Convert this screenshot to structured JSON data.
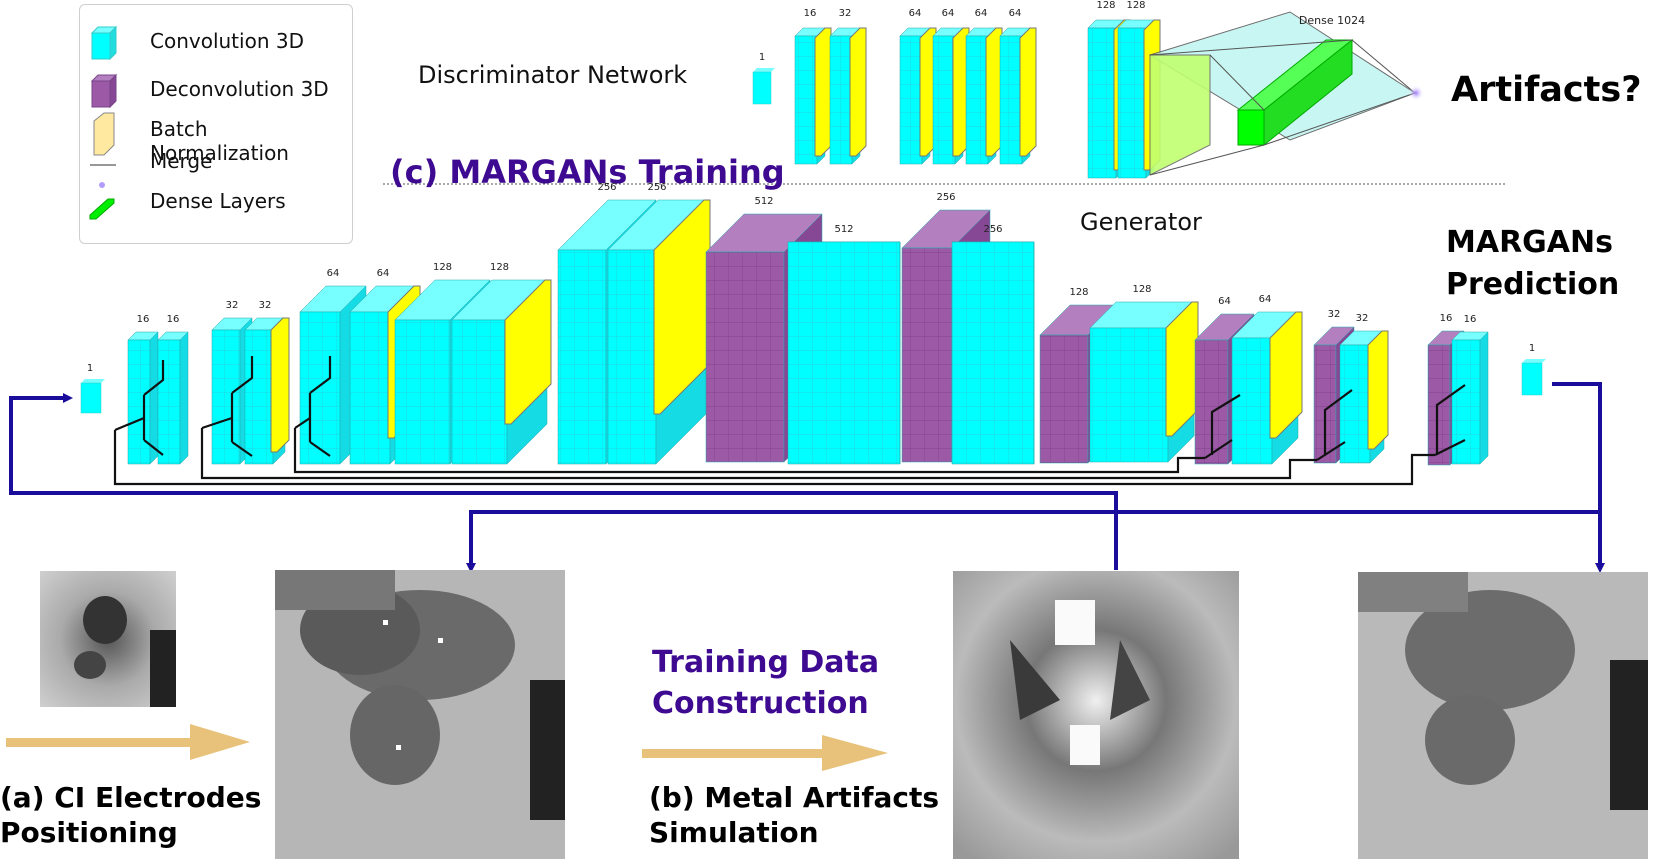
{
  "legend": {
    "items": [
      {
        "label": "Convolution 3D",
        "icon": "cyan-cube-icon",
        "color": "#00ffff"
      },
      {
        "label": "Deconvolution 3D",
        "icon": "purple-cube-icon",
        "color": "#9b59a6"
      },
      {
        "label": "Batch Normalization",
        "icon": "yellow-slab-icon",
        "color": "#ffe9a0"
      },
      {
        "label": "Merge",
        "icon": "line-icon",
        "color": "#888888"
      },
      {
        "label": "Dense Layers",
        "icon": "green-dense-icon",
        "color": "#00ff00"
      }
    ]
  },
  "discriminator": {
    "title": "Discriminator Network",
    "input_label": "1",
    "filters": [
      "16",
      "32",
      "64",
      "64",
      "64",
      "64",
      "128",
      "128"
    ],
    "dense_label": "Dense 1024",
    "output_label": "Artifacts?"
  },
  "training_title": "(c) MARGANs Training",
  "generator": {
    "title": "Generator",
    "input_label": "1",
    "output_label": "1",
    "filters": [
      "16",
      "16",
      "32",
      "32",
      "64",
      "64",
      "128",
      "128",
      "256",
      "256",
      "512",
      "512",
      "256",
      "256",
      "128",
      "128",
      "64",
      "64",
      "32",
      "32",
      "16",
      "16"
    ]
  },
  "prediction_label_line1": "MARGANs",
  "prediction_label_line2": "Prediction",
  "data_construction_line1": "Training Data",
  "data_construction_line2": "Construction",
  "step_a_line1": "(a) CI Electrodes",
  "step_a_line2": "Positioning",
  "step_b_line1": "(b) Metal Artifacts",
  "step_b_line2": "Simulation",
  "colors": {
    "conv": "#00ffff",
    "deconv": "#9b59a6",
    "batchnorm": "#ffff00",
    "dense": "#00ff00",
    "arrow_blue": "#1a0d9c",
    "arrow_tan": "#e8c27a",
    "title_purple": "#3d0a91"
  }
}
